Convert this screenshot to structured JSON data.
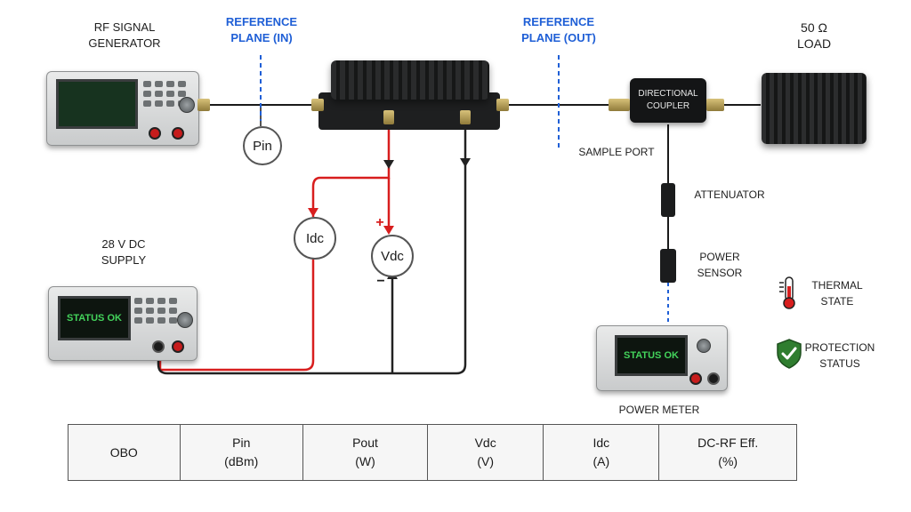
{
  "labels": {
    "rf_gen": "RF SIGNAL\nGENERATOR",
    "ref_in": "REFERENCE\nPLANE (IN)",
    "ref_out": "REFERENCE\nPLANE (OUT)",
    "load": "50 Ω\nLOAD",
    "sample_port": "SAMPLE PORT",
    "attenuator": "ATTENUATOR",
    "power_sensor": "POWER\nSENSOR",
    "dc_supply": "28 V DC\nSUPPLY",
    "power_meter": "POWER METER",
    "thermal": "THERMAL\nSTATE",
    "protection": "PROTECTION\nSTATUS",
    "coupler": "DIRECTIONAL\nCOUPLER"
  },
  "meters": {
    "pin": "Pin",
    "idc": "Idc",
    "vdc": "Vdc",
    "plus": "+",
    "minus": "−"
  },
  "screens": {
    "dc_supply": "STATUS OK",
    "power_meter": "STATUS OK"
  },
  "table": {
    "headers": [
      "OBO",
      "Pin\n(dBm)",
      "Pout\n(W)",
      "Vdc\n(V)",
      "Idc\n(A)",
      "DC-RF  Eff.\n(%)"
    ]
  },
  "colors": {
    "reference_blue": "#1f5fd6",
    "dc_positive": "#d81e1e",
    "dc_return": "#222222",
    "status_green": "#43d35b"
  },
  "icons": {
    "thermal": "thermometer-icon",
    "protection": "shield-check-icon"
  }
}
